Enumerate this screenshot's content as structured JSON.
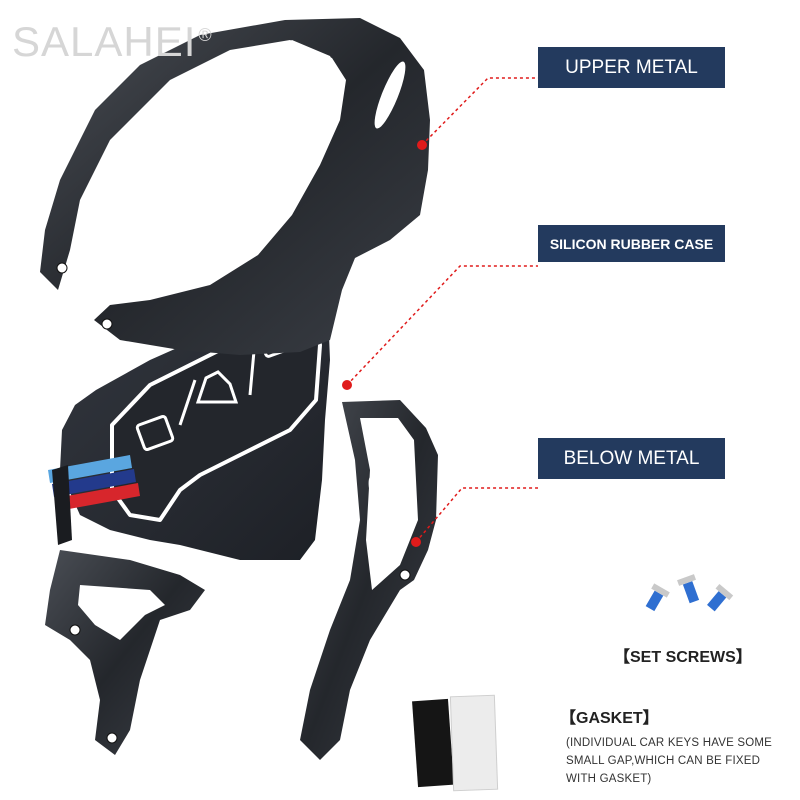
{
  "brand": {
    "name": "SALAHEI",
    "mark": "®"
  },
  "callouts": {
    "upper_metal": "UPPER METAL",
    "silicon_case": "SILICON RUBBER CASE",
    "below_metal": "BELOW METAL"
  },
  "accessories": {
    "set_screws": "【SET SCREWS】",
    "gasket_title": "【GASKET】",
    "gasket_note": "(INDIVIDUAL CAR KEYS HAVE SOME SMALL GAP,WHICH CAN BE FIXED WITH GASKET)"
  },
  "colors": {
    "label_bg": "#233a5e",
    "marker": "#e01b1b",
    "metal": "#2c2f35",
    "rubber": "#262a31",
    "stripe_light_blue": "#5aa6e0",
    "stripe_dark_blue": "#233a8c",
    "stripe_red": "#d7262c"
  }
}
